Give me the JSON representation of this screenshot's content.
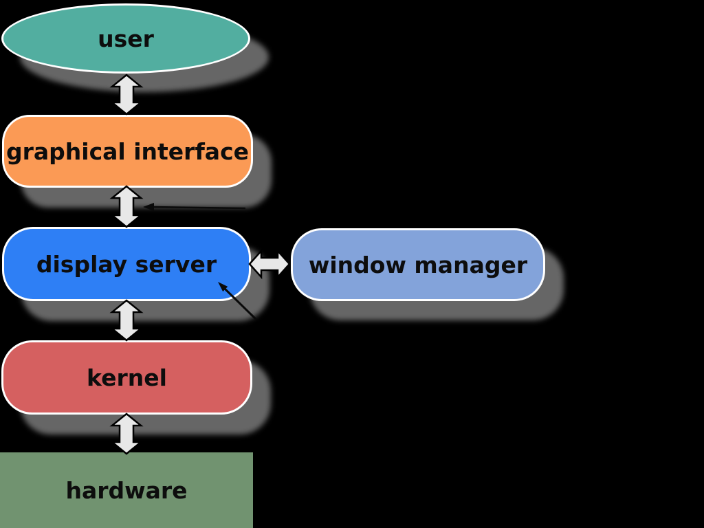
{
  "diagram": {
    "background_color": "#000000",
    "nodes": [
      {
        "id": "user",
        "label": "user",
        "shape": "ellipse",
        "fill": "#52AEA0"
      },
      {
        "id": "graphical-interface",
        "label": "graphical interface",
        "shape": "rounded-rect",
        "fill": "#FB9A55"
      },
      {
        "id": "display-server",
        "label": "display server",
        "shape": "rounded-rect",
        "fill": "#2E7FF5"
      },
      {
        "id": "window-manager",
        "label": "window manager",
        "shape": "rounded-rect",
        "fill": "#83A3DA"
      },
      {
        "id": "kernel",
        "label": "kernel",
        "shape": "rounded-rect",
        "fill": "#D56060"
      },
      {
        "id": "hardware",
        "label": "hardware",
        "shape": "rect",
        "fill": "#719370"
      }
    ],
    "edges": [
      {
        "from": "user",
        "to": "graphical-interface",
        "style": "double-headed-block-arrow"
      },
      {
        "from": "graphical-interface",
        "to": "display-server",
        "style": "double-headed-block-arrow"
      },
      {
        "from": "display-server",
        "to": "window-manager",
        "style": "double-headed-block-arrow"
      },
      {
        "from": "display-server",
        "to": "kernel",
        "style": "double-headed-block-arrow"
      },
      {
        "from": "kernel",
        "to": "hardware",
        "style": "double-headed-block-arrow"
      },
      {
        "from": "window-manager",
        "to": "graphical-interface↔display-server link",
        "style": "thin-arrow"
      },
      {
        "from": "window-manager",
        "to": "display-server",
        "style": "thin-arrow"
      }
    ],
    "styles": {
      "node_border_color": "#FFFFFF",
      "text_color": "#0D0D0D",
      "shadow_color": "#666666",
      "arrow_fill": "#E8E8E8",
      "arrow_outline_color": "#000000",
      "thin_arrow_color": "#0A0A0A"
    }
  }
}
